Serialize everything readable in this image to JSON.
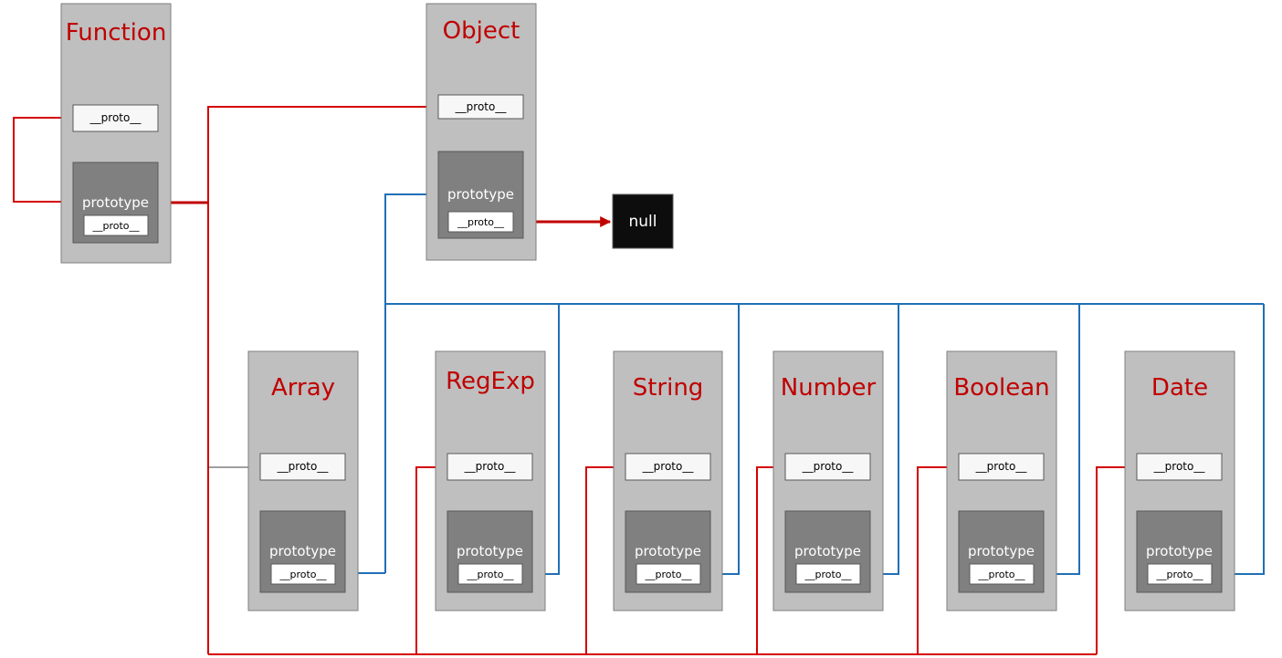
{
  "constructors": {
    "function": {
      "title": "Function"
    },
    "object": {
      "title": "Object"
    },
    "array": {
      "title": "Array"
    },
    "regexp": {
      "title": "RegExp"
    },
    "string": {
      "title": "String"
    },
    "number": {
      "title": "Number"
    },
    "boolean": {
      "title": "Boolean"
    },
    "date": {
      "title": "Date"
    }
  },
  "labels": {
    "proto": "__proto__",
    "prototype": "prototype",
    "null": "null"
  },
  "colors": {
    "title_red": "#c00000",
    "link_red": "#d40000",
    "link_blue": "#1f6fb6",
    "card_gray": "#bfbfbf",
    "prototype_gray": "#808080",
    "null_black": "#0d0d0d"
  }
}
